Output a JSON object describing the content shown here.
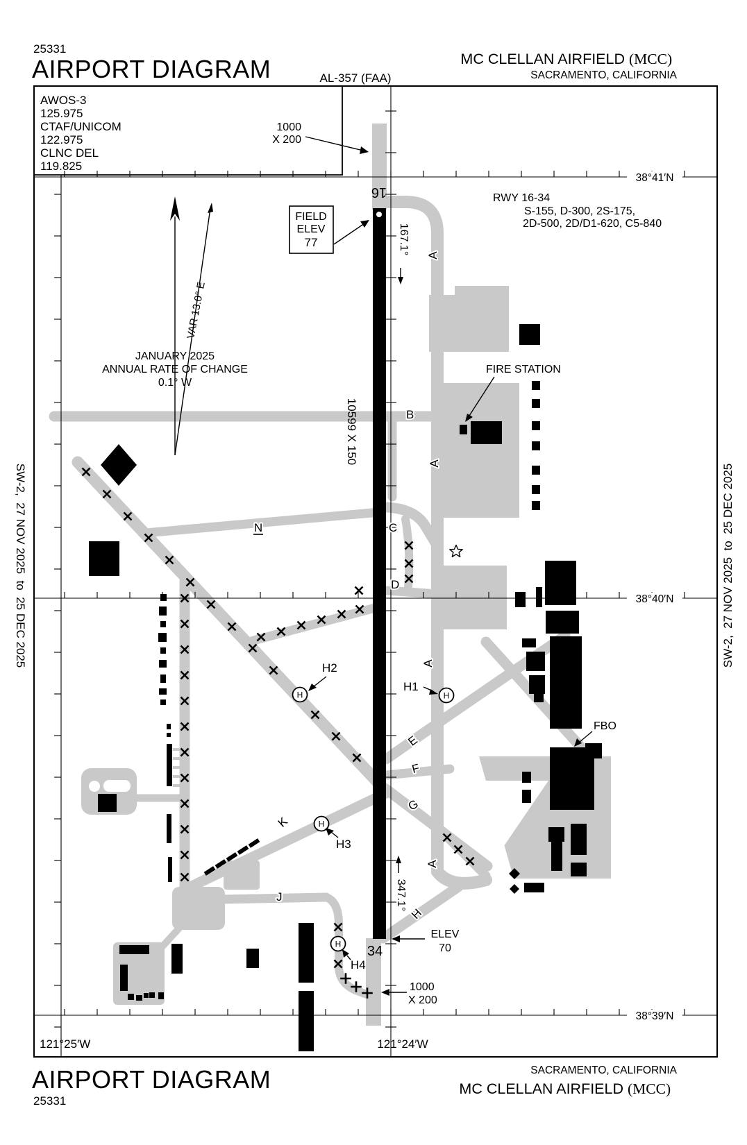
{
  "header": {
    "plate_code": "25331",
    "title": "AIRPORT DIAGRAM",
    "al_number": "AL-357 (FAA)",
    "airport_name": "MC CLELLAN AIRFIELD",
    "airport_icao": "(MCC)",
    "city_state": "SACRAMENTO, CALIFORNIA"
  },
  "footer": {
    "title": "AIRPORT DIAGRAM",
    "plate_code": "25331",
    "airport_name": "MC CLELLAN AIRFIELD",
    "airport_icao": "(MCC)",
    "city_state": "SACRAMENTO, CALIFORNIA"
  },
  "comm_box": {
    "lines": [
      "AWOS-3",
      "125.975",
      "CTAF/UNICOM",
      "122.975",
      "CLNC DEL",
      "119.825"
    ]
  },
  "runway_info": {
    "line1": "RWY 16-34",
    "line2": "S-155, D-300, 2S-175,",
    "line3": "2D-500, 2D/D1-620, C5-840"
  },
  "field_elev_box": {
    "line1": "FIELD",
    "line2": "ELEV",
    "line3": "77"
  },
  "magnetic": {
    "variation": "VAR 13.0° E",
    "line1": "JANUARY 2025",
    "line2": "ANNUAL RATE OF CHANGE",
    "line3": "0.1° W"
  },
  "runway": {
    "id_16": "16",
    "id_34": "34",
    "dimensions": "10599 X 150",
    "heading_16": "167.1°",
    "heading_34": "347.1°",
    "elev_34_label": "ELEV",
    "elev_34_value": "70",
    "overrun_top_line1": "1000",
    "overrun_top_line2": "X 200",
    "overrun_bottom_line1": "1000",
    "overrun_bottom_line2": "X 200"
  },
  "labels": {
    "fire_station": "FIRE STATION",
    "fbo": "FBO"
  },
  "taxiways": {
    "a": "A",
    "b": "B",
    "c": "C",
    "d": "D",
    "e": "E",
    "f": "F",
    "g": "G",
    "h": "H",
    "j": "J",
    "k": "K",
    "n": "N"
  },
  "helipads": {
    "symbol": "H",
    "h1": "H1",
    "h2": "H2",
    "h3": "H3",
    "h4": "H4"
  },
  "graticule": {
    "lat_41": "38°41′N",
    "lat_40": "38°40′N",
    "lat_39": "38°39′N",
    "lon_25": "121°25′W",
    "lon_24": "121°24′W"
  },
  "margins": {
    "left": "SW-2,  27 NOV 2025  to  25 DEC 2025",
    "right": "SW-2,  27 NOV 2025  to  25 DEC 2025"
  },
  "colors": {
    "tarmac": "#c9c9c9",
    "ink": "#000000"
  }
}
